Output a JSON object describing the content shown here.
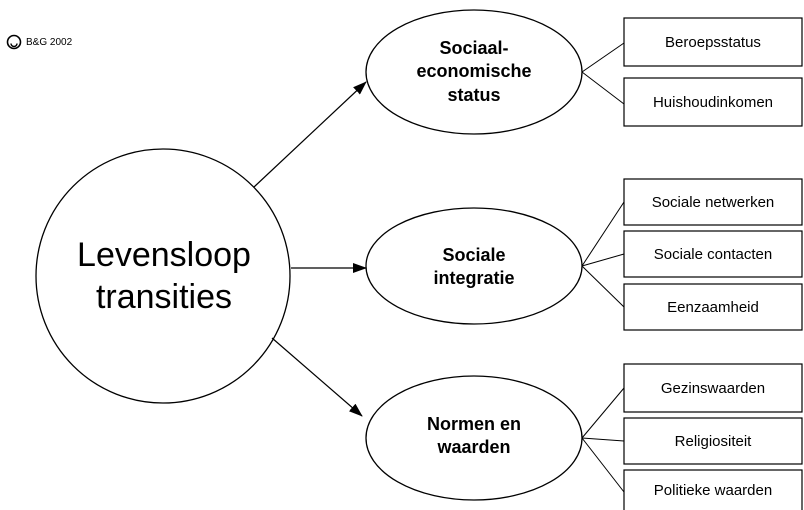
{
  "copyright": {
    "text": "B&G 2002",
    "icon": "logo-circle-icon"
  },
  "center": {
    "lines": [
      "Levensloop",
      "transities"
    ]
  },
  "groups": [
    {
      "lines": [
        "Sociaal-",
        "economische",
        "status"
      ],
      "items": [
        "Beroepsstatus",
        "Huishoudinkomen"
      ]
    },
    {
      "lines": [
        "Sociale",
        "integratie"
      ],
      "items": [
        "Sociale netwerken",
        "Sociale contacten",
        "Eenzaamheid"
      ]
    },
    {
      "lines": [
        "Normen en",
        "waarden"
      ],
      "items": [
        "Gezinswaarden",
        "Religiositeit",
        "Politieke waarden"
      ]
    }
  ]
}
